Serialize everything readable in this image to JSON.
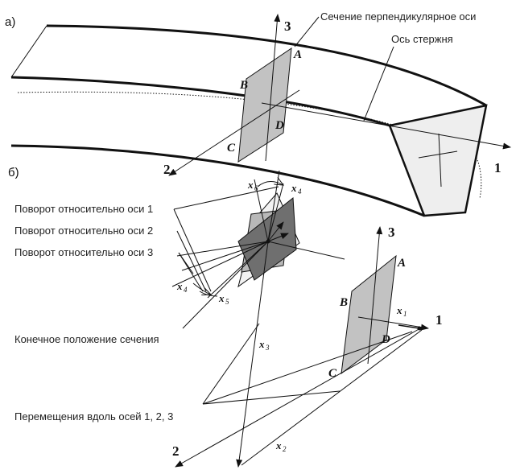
{
  "part_labels": {
    "a": "а)",
    "b": "б)"
  },
  "top": {
    "callout_section": "Сечение перпендикулярное оси",
    "callout_axis": "Ось стержня",
    "axis_labels": {
      "one": "1",
      "two": "2",
      "three": "3"
    },
    "points": {
      "A": "A",
      "B": "B",
      "C": "C",
      "D": "D"
    }
  },
  "bottom": {
    "rotation_labels": [
      "Поворот относительно оси 1",
      "Поворот относительно оси 2",
      "Поворот относительно оси 3"
    ],
    "final_position": "Конечное положение сечения",
    "translations": "Перемещения вдоль осей 1, 2, 3",
    "axis_labels": {
      "one": "1",
      "two": "2",
      "three": "3"
    },
    "points": {
      "A": "A",
      "B": "B",
      "C": "C",
      "D": "D"
    },
    "x_labels": {
      "x1": {
        "base": "x",
        "sub": "1"
      },
      "x2": {
        "base": "x",
        "sub": "2"
      },
      "x3": {
        "base": "x",
        "sub": "3"
      },
      "x4": {
        "base": "x",
        "sub": "4"
      },
      "x4b": {
        "base": "x",
        "sub": "4"
      },
      "x5": {
        "base": "x",
        "sub": "5"
      },
      "x6": {
        "base": "x",
        "sub": "6"
      }
    }
  },
  "colors": {
    "stroke": "#111111",
    "section_fill": "#c2c2c2",
    "section_dark": "#6f6f6f",
    "end_face": "#eeeeee"
  }
}
